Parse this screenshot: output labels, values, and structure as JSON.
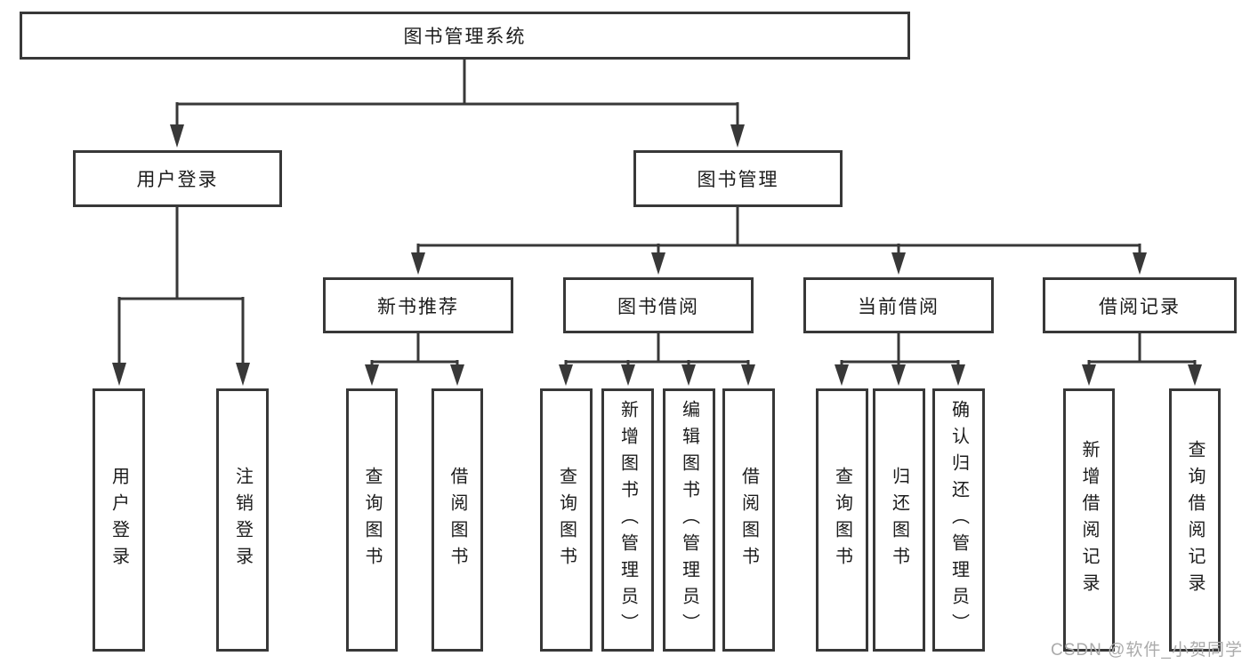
{
  "diagram": {
    "type": "tree-structure-chart",
    "watermark": "CSDN @软件_小贺同学",
    "colors": {
      "line": "#383838",
      "box_border": "#383838",
      "text": "#1c1c1c",
      "watermark": "#ababab",
      "background": "#ffffff"
    }
  },
  "nodes": {
    "root": "图书管理系统",
    "level2": [
      "用户登录",
      "图书管理"
    ],
    "level3": [
      "新书推荐",
      "图书借阅",
      "当前借阅",
      "借阅记录"
    ],
    "leaves_user_login": [
      "用户登录",
      "注销登录"
    ],
    "leaves_new_book": [
      "查询图书",
      "借阅图书"
    ],
    "leaves_borrow": [
      "查询图书",
      "新增图书（管理员）",
      "编辑图书（管理员）",
      "借阅图书"
    ],
    "leaves_current": [
      "查询图书",
      "归还图书",
      "确认归还（管理员）"
    ],
    "leaves_records": [
      "新增借阅记录",
      "查询借阅记录"
    ]
  }
}
